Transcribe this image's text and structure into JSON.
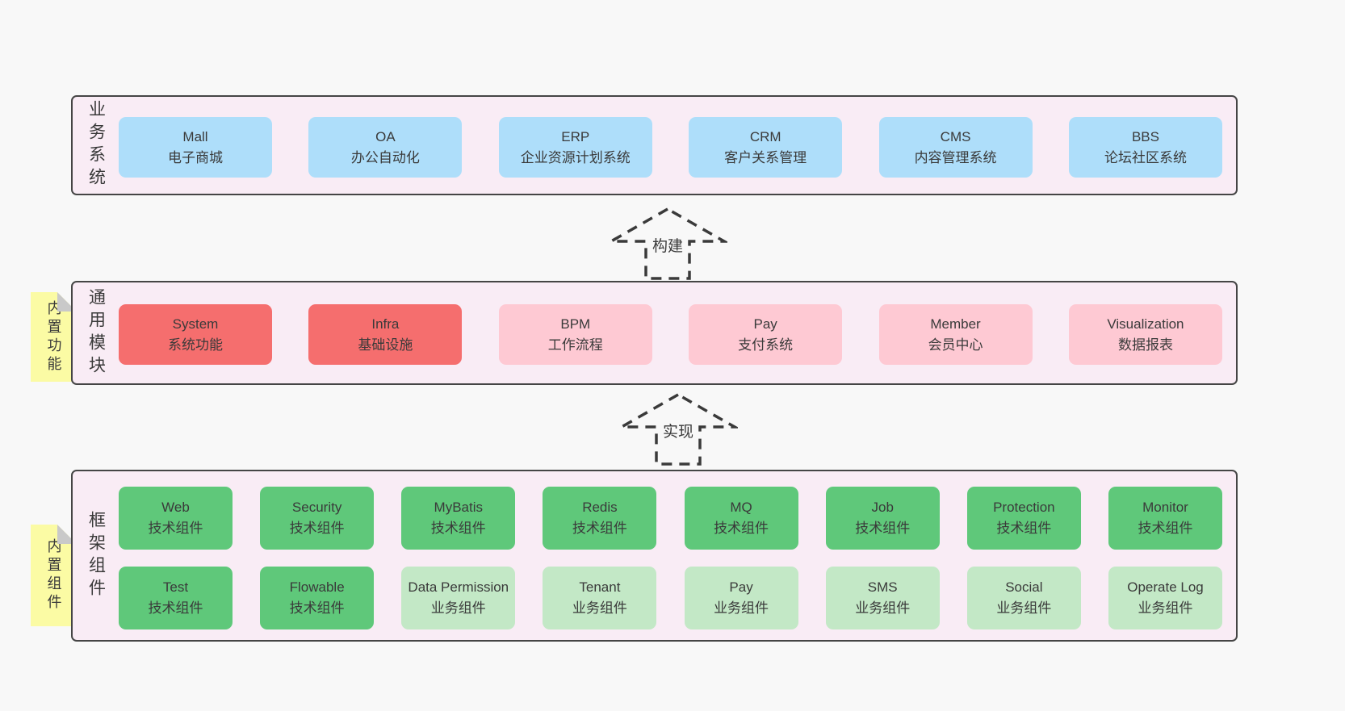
{
  "diagram": {
    "colors": {
      "page_bg": "#f8f8f8",
      "panel_bg": "#f9ecf5",
      "panel_border": "#454545",
      "blue": "#aedefa",
      "red": "#f56e6e",
      "pink": "#fec9d3",
      "green": "#5fc87a",
      "light_green": "#c3e8c6",
      "sticky_yellow": "#fbfba4",
      "fold_gray": "#c9c9c9",
      "text": "#3a3a3a"
    },
    "arrows": [
      {
        "label": "构建"
      },
      {
        "label": "实现"
      }
    ],
    "layers": [
      {
        "label": "业务系统",
        "boxes": [
          {
            "title": "Mall",
            "subtitle": "电子商城"
          },
          {
            "title": "OA",
            "subtitle": "办公自动化"
          },
          {
            "title": "ERP",
            "subtitle": "企业资源计划系统"
          },
          {
            "title": "CRM",
            "subtitle": "客户关系管理"
          },
          {
            "title": "CMS",
            "subtitle": "内容管理系统"
          },
          {
            "title": "BBS",
            "subtitle": "论坛社区系统"
          }
        ]
      },
      {
        "label": "通用模块",
        "sticky": "内置功能",
        "boxes": [
          {
            "title": "System",
            "subtitle": "系统功能"
          },
          {
            "title": "Infra",
            "subtitle": "基础设施"
          },
          {
            "title": "BPM",
            "subtitle": "工作流程"
          },
          {
            "title": "Pay",
            "subtitle": "支付系统"
          },
          {
            "title": "Member",
            "subtitle": "会员中心"
          },
          {
            "title": "Visualization",
            "subtitle": "数据报表"
          }
        ]
      },
      {
        "label": "框架组件",
        "sticky": "内置组件",
        "boxes": [
          {
            "title": "Web",
            "subtitle": "技术组件"
          },
          {
            "title": "Security",
            "subtitle": "技术组件"
          },
          {
            "title": "MyBatis",
            "subtitle": "技术组件"
          },
          {
            "title": "Redis",
            "subtitle": "技术组件"
          },
          {
            "title": "MQ",
            "subtitle": "技术组件"
          },
          {
            "title": "Job",
            "subtitle": "技术组件"
          },
          {
            "title": "Protection",
            "subtitle": "技术组件"
          },
          {
            "title": "Monitor",
            "subtitle": "技术组件"
          },
          {
            "title": "Test",
            "subtitle": "技术组件"
          },
          {
            "title": "Flowable",
            "subtitle": "技术组件"
          },
          {
            "title": "Data Permission",
            "subtitle": "业务组件"
          },
          {
            "title": "Tenant",
            "subtitle": "业务组件"
          },
          {
            "title": "Pay",
            "subtitle": "业务组件"
          },
          {
            "title": "SMS",
            "subtitle": "业务组件"
          },
          {
            "title": "Social",
            "subtitle": "业务组件"
          },
          {
            "title": "Operate Log",
            "subtitle": "业务组件"
          }
        ]
      }
    ]
  }
}
